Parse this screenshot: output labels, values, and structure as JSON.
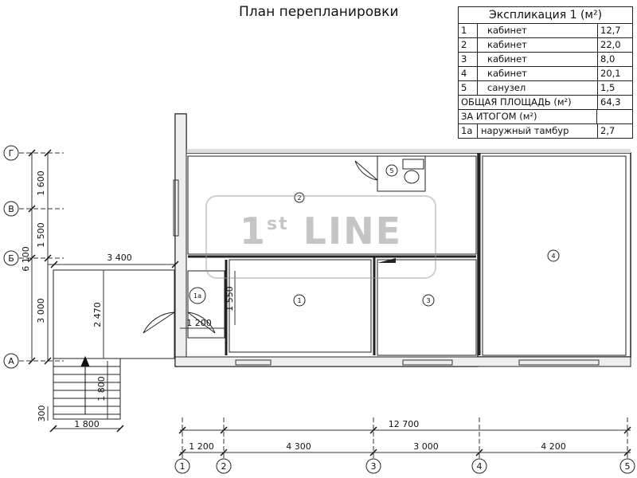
{
  "title": "План перепланировки",
  "explication": {
    "header": "Экспликация 1 (м²)",
    "rows": [
      {
        "num": "1",
        "name": "кабинет",
        "area": "12,7"
      },
      {
        "num": "2",
        "name": "кабинет",
        "area": "22,0"
      },
      {
        "num": "3",
        "name": "кабинет",
        "area": "8,0"
      },
      {
        "num": "4",
        "name": "кабинет",
        "area": "20,1"
      },
      {
        "num": "5",
        "name": "санузел",
        "area": "1,5"
      }
    ],
    "total_label": "ОБЩАЯ ПЛОЩАДЬ (м²)",
    "total_value": "64,3",
    "extra_label": "ЗА ИТОГОМ (м²)",
    "extra_row": {
      "num": "1а",
      "name": "наружный тамбур",
      "area": "2,7"
    }
  },
  "rooms": {
    "r1": "1",
    "r1a": "1а",
    "r2": "2",
    "r3": "3",
    "r4": "4",
    "r5": "5"
  },
  "axes": {
    "g": "Г",
    "v": "В",
    "b": "Б",
    "a": "А",
    "n1": "1",
    "n2": "2",
    "n3": "3",
    "n4": "4",
    "n5": "5"
  },
  "dims": {
    "d1600": "1 600",
    "d1500": "1 500",
    "d3000": "3 000",
    "d6100": "6 100",
    "d3400": "3 400",
    "d2470": "2 470",
    "d1550": "1 550",
    "d1200a": "1 200",
    "d1800v": "1 800",
    "d300": "300",
    "d1800h": "1 800",
    "d12700": "12 700",
    "d1200": "1 200",
    "d4300": "4 300",
    "d3000b": "3 000",
    "d4200": "4 200"
  },
  "watermark": {
    "pre": "1",
    "sup": "st",
    "post": " LINE"
  }
}
